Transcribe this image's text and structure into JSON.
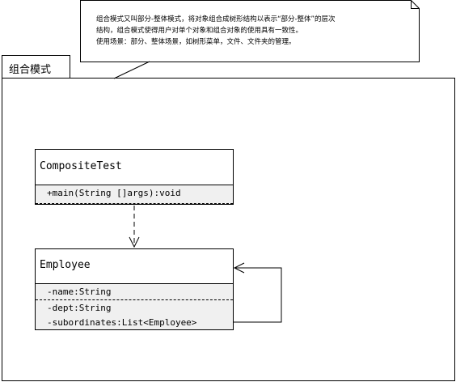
{
  "note": {
    "text": "组合模式又叫部分-整体模式，将对象组合成树形结构以表示“部分-整体”的层次\n结构，组合模式使得用户对单个对象和组合对象的使用具有一致性。\n使用场景：部分、整体场景，如树形菜单，文件、文件夹的管理。"
  },
  "package": {
    "name": "组合模式"
  },
  "classes": {
    "composite_test": {
      "name": "CompositeTest",
      "operations": [
        "+main(String []args):void"
      ]
    },
    "employee": {
      "name": "Employee",
      "attributes_1": [
        "-name:String"
      ],
      "attributes_2": [
        "-dept:String",
        "-subordinates:List<Employee>"
      ]
    }
  }
}
